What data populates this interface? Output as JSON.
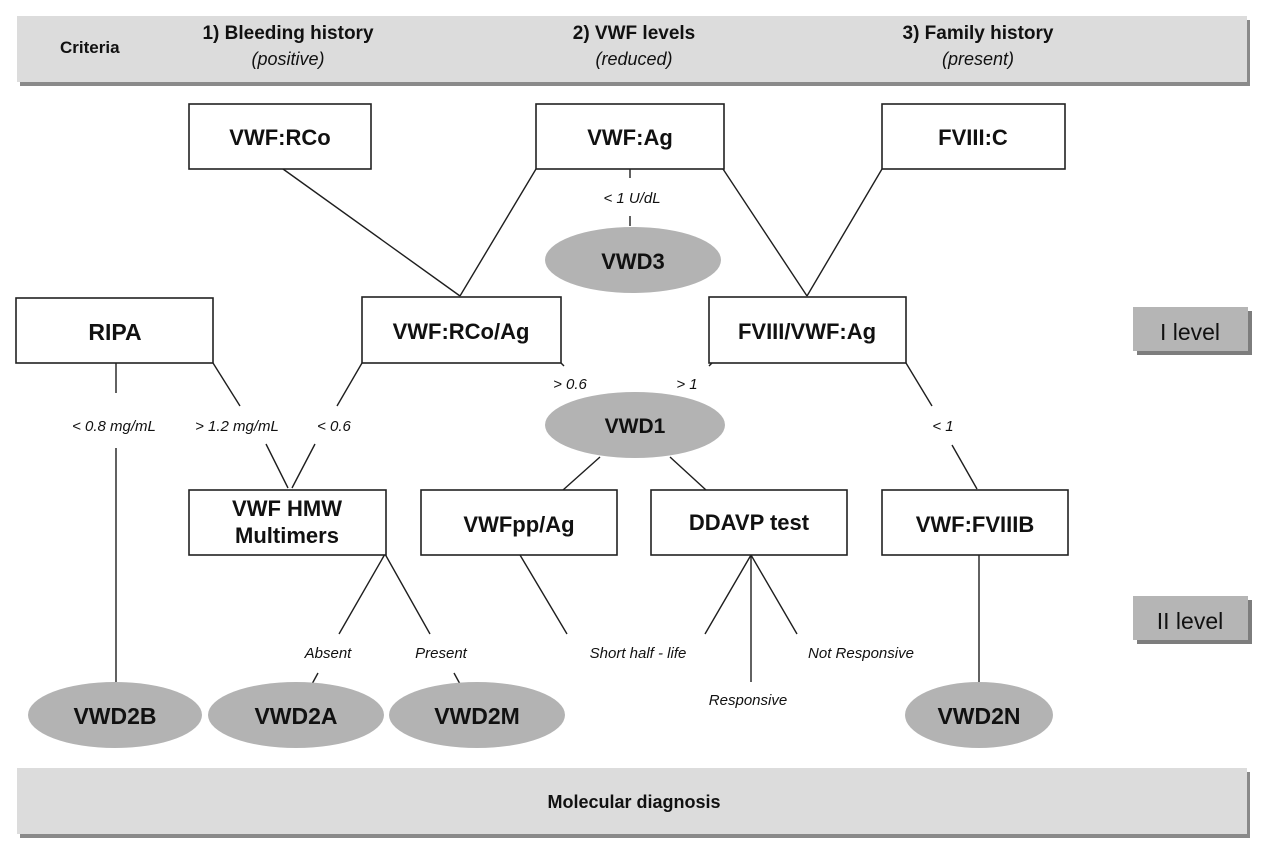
{
  "criteria_band": {
    "label": "Criteria",
    "items": [
      {
        "title": "1) Bleeding history",
        "qualifier": "(positive)"
      },
      {
        "title": "2) VWF levels",
        "qualifier": "(reduced)"
      },
      {
        "title": "3) Family history",
        "qualifier": "(present)"
      }
    ]
  },
  "levels": {
    "first": "I level",
    "second": "II level"
  },
  "nodes": {
    "vwf_rco": "VWF:RCo",
    "vwf_ag": "VWF:Ag",
    "fviii_c": "FVIII:C",
    "ripa": "RIPA",
    "vwf_rco_ag": "VWF:RCo/Ag",
    "fviii_vwf_ag": "FVIII/VWF:Ag",
    "vwf_hmw_line1": "VWF HMW",
    "vwf_hmw_line2": "Multimers",
    "vwfpp_ag": "VWFpp/Ag",
    "ddavp": "DDAVP test",
    "vwf_fviiib": "VWF:FVIIIB"
  },
  "outcomes": {
    "vwd3": "VWD3",
    "vwd1": "VWD1",
    "vwd2b": "VWD2B",
    "vwd2a": "VWD2A",
    "vwd2m": "VWD2M",
    "vwd2n": "VWD2N"
  },
  "edge_labels": {
    "ag_lt1": "< 1 U/dL",
    "rco_ag_gt06": "> 0.6",
    "fviii_gt1": "> 1",
    "ripa_lt08": "< 0.8 mg/mL",
    "ripa_gt12": "> 1.2 mg/mL",
    "rco_ag_lt06": "< 0.6",
    "fviii_lt1": "< 1",
    "absent": "Absent",
    "present": "Present",
    "short_half_life": "Short half - life",
    "responsive": "Responsive",
    "not_responsive": "Not Responsive"
  },
  "footer_band": {
    "label": "Molecular diagnosis"
  }
}
